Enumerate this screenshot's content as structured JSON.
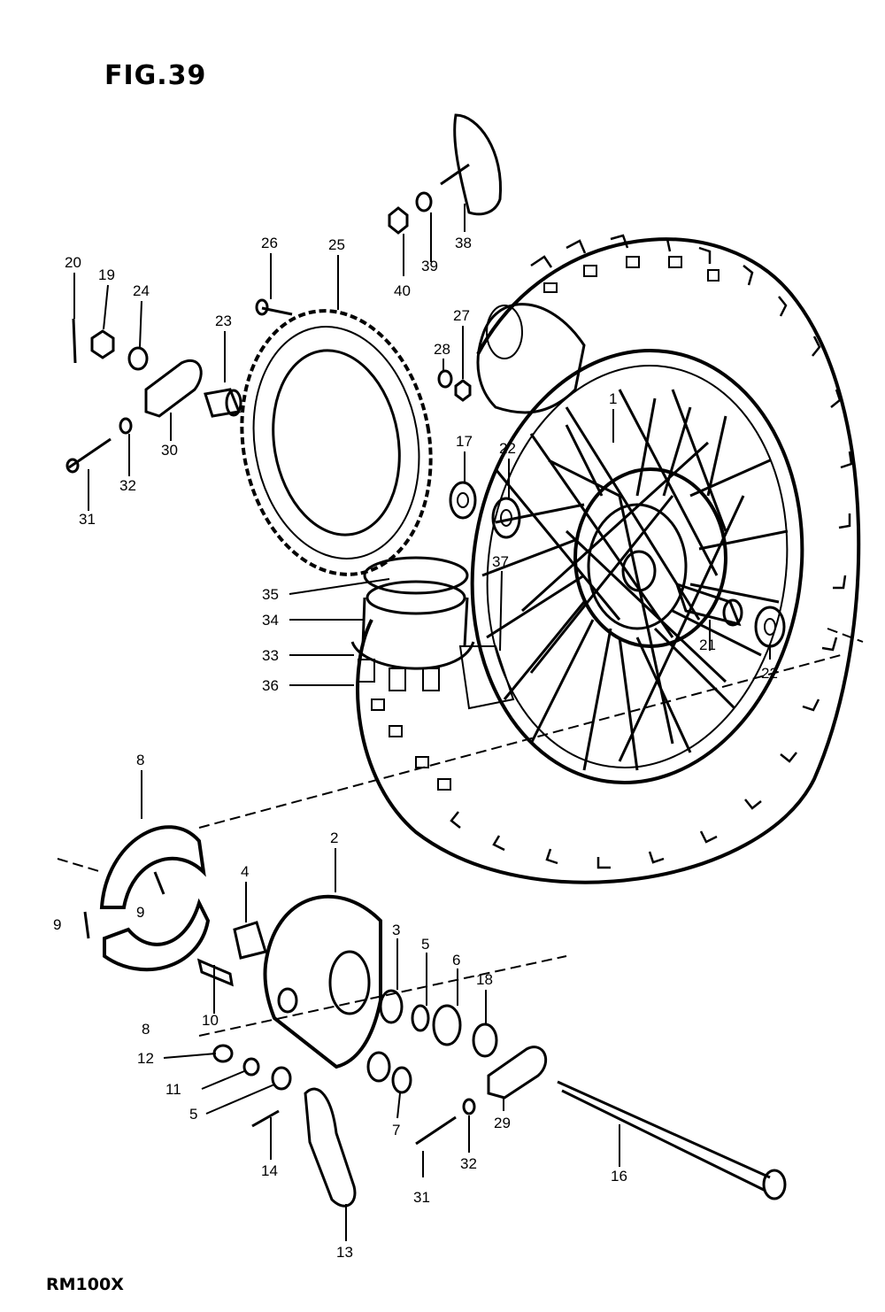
{
  "figure": {
    "title": "FIG.39",
    "model": "RM100X"
  },
  "callouts": [
    {
      "id": "c20",
      "label": "20"
    },
    {
      "id": "c19",
      "label": "19"
    },
    {
      "id": "c24",
      "label": "24"
    },
    {
      "id": "c26",
      "label": "26"
    },
    {
      "id": "c25",
      "label": "25"
    },
    {
      "id": "c23",
      "label": "23"
    },
    {
      "id": "c30",
      "label": "30"
    },
    {
      "id": "c32a",
      "label": "32"
    },
    {
      "id": "c31a",
      "label": "31"
    },
    {
      "id": "c40",
      "label": "40"
    },
    {
      "id": "c39",
      "label": "39"
    },
    {
      "id": "c38",
      "label": "38"
    },
    {
      "id": "c28",
      "label": "28"
    },
    {
      "id": "c27",
      "label": "27"
    },
    {
      "id": "c17",
      "label": "17"
    },
    {
      "id": "c22a",
      "label": "22"
    },
    {
      "id": "c1",
      "label": "1"
    },
    {
      "id": "c35",
      "label": "35"
    },
    {
      "id": "c34",
      "label": "34"
    },
    {
      "id": "c33",
      "label": "33"
    },
    {
      "id": "c36",
      "label": "36"
    },
    {
      "id": "c37",
      "label": "37"
    },
    {
      "id": "c21",
      "label": "21"
    },
    {
      "id": "c22b",
      "label": "22"
    },
    {
      "id": "c8a",
      "label": "8"
    },
    {
      "id": "c9a",
      "label": "9"
    },
    {
      "id": "c9b",
      "label": "9"
    },
    {
      "id": "c8b",
      "label": "8"
    },
    {
      "id": "c4",
      "label": "4"
    },
    {
      "id": "c2",
      "label": "2"
    },
    {
      "id": "c10",
      "label": "10"
    },
    {
      "id": "c3",
      "label": "3"
    },
    {
      "id": "c5a",
      "label": "5"
    },
    {
      "id": "c6",
      "label": "6"
    },
    {
      "id": "c18",
      "label": "18"
    },
    {
      "id": "c12",
      "label": "12"
    },
    {
      "id": "c11",
      "label": "11"
    },
    {
      "id": "c5b",
      "label": "5"
    },
    {
      "id": "c14",
      "label": "14"
    },
    {
      "id": "c7",
      "label": "7"
    },
    {
      "id": "c31b",
      "label": "31"
    },
    {
      "id": "c32b",
      "label": "32"
    },
    {
      "id": "c29",
      "label": "29"
    },
    {
      "id": "c16",
      "label": "16"
    },
    {
      "id": "c13",
      "label": "13"
    }
  ]
}
